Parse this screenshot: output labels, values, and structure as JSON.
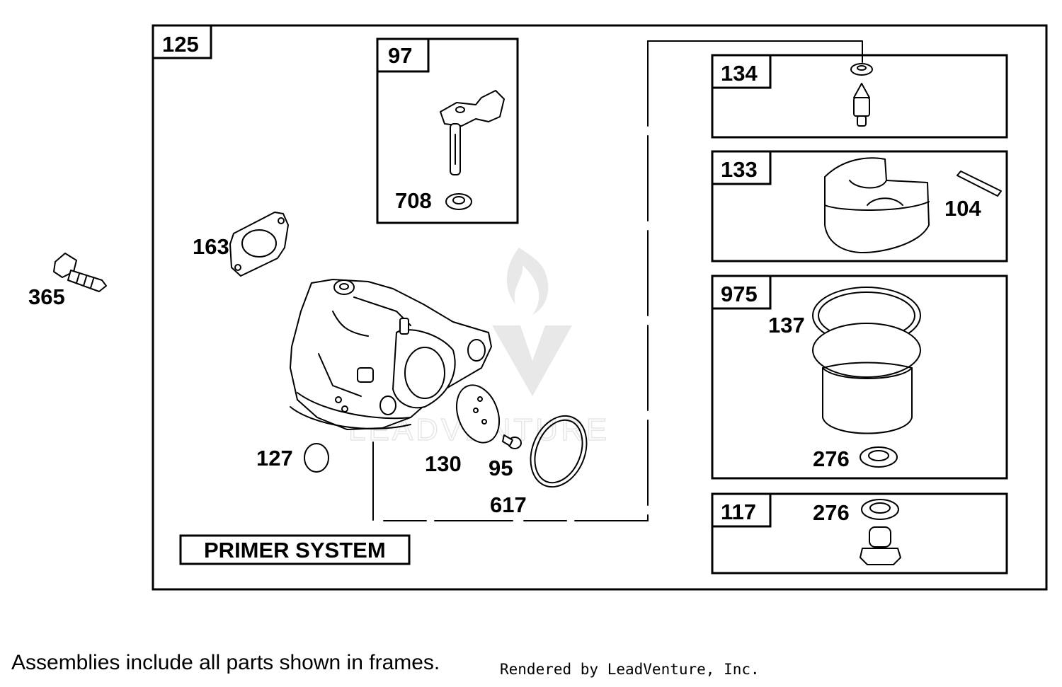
{
  "frames": {
    "main": "125",
    "f97": "97",
    "f134": "134",
    "f133": "133",
    "f975": "975",
    "f117": "117"
  },
  "parts": {
    "p365": "365",
    "p163": "163",
    "p708": "708",
    "p104": "104",
    "p137": "137",
    "p276a": "276",
    "p276b": "276",
    "p127": "127",
    "p130": "130",
    "p95": "95",
    "p617": "617"
  },
  "primer_label": "PRIMER SYSTEM",
  "footer_note": "Assemblies include all parts shown in frames.",
  "rendered_by": "Rendered by LeadVenture, Inc.",
  "watermark": "LEADVENTURE"
}
